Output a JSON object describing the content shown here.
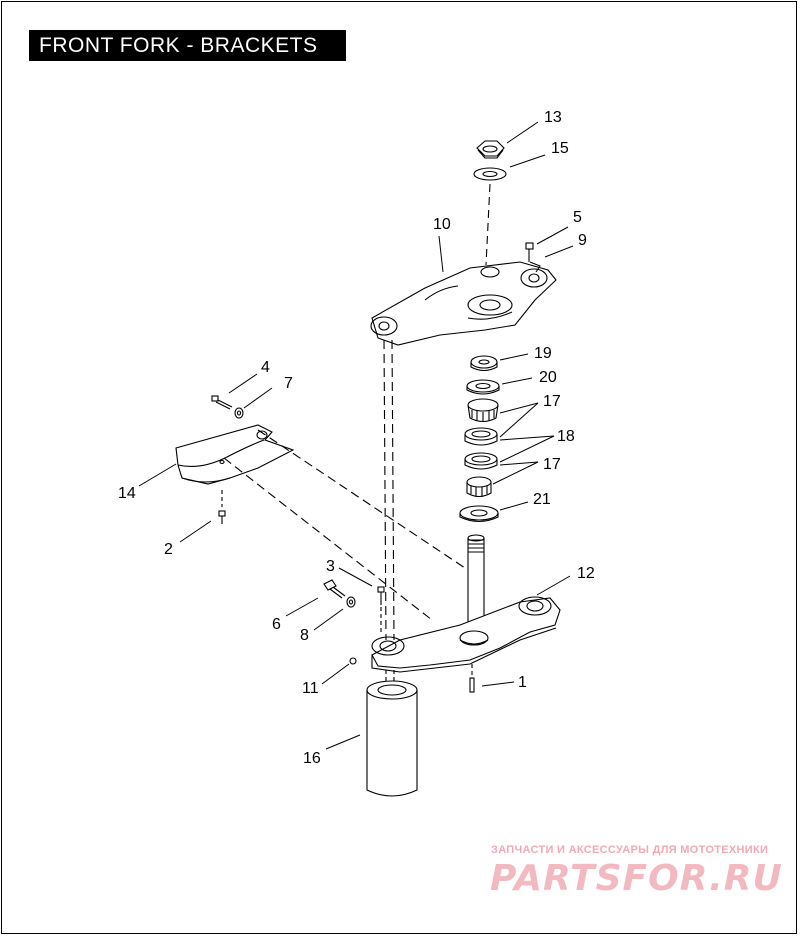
{
  "title": "FRONT FORK - BRACKETS",
  "callouts": {
    "c1": "1",
    "c2": "2",
    "c3": "3",
    "c4": "4",
    "c5": "5",
    "c6": "6",
    "c7": "7",
    "c8": "8",
    "c9": "9",
    "c10": "10",
    "c11": "11",
    "c12": "12",
    "c13": "13",
    "c14": "14",
    "c15": "15",
    "c16": "16",
    "c17a": "17",
    "c17b": "17",
    "c18": "18",
    "c19": "19",
    "c20": "20",
    "c21": "21"
  },
  "watermark": {
    "tagline": "ЗАПЧАСТИ И АКСЕССУАРЫ ДЛЯ МОТОТЕХНИКИ",
    "logo": "PARTSFOR.RU"
  },
  "colors": {
    "ink": "#000000",
    "watermark": "#f2b9c0",
    "title_bg": "#000000",
    "title_text": "#ffffff"
  }
}
